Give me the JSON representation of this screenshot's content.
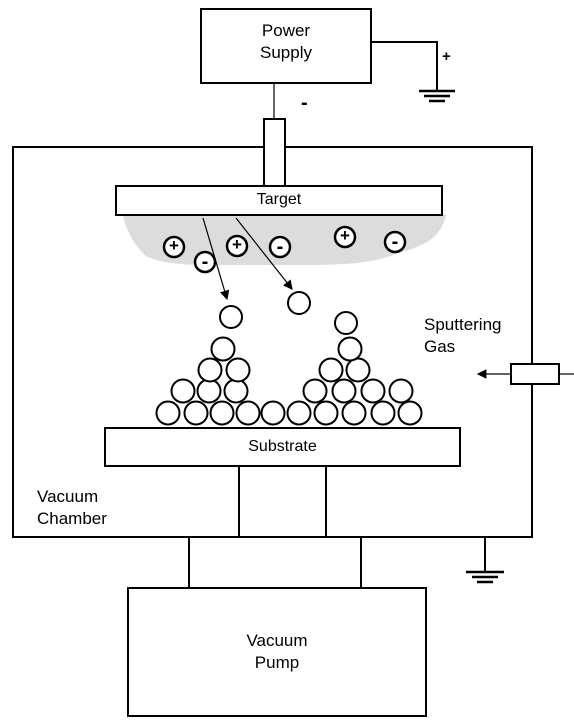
{
  "diagram": {
    "power_supply": {
      "line1": "Power",
      "line2": "Supply"
    },
    "polarity": {
      "plus": "+",
      "minus": "-"
    },
    "target_label": "Target",
    "substrate_label": "Substrate",
    "gas": {
      "line1": "Sputtering",
      "line2": "Gas"
    },
    "chamber": {
      "line1": "Vacuum",
      "line2": "Chamber"
    },
    "pump": {
      "line1": "Vacuum",
      "line2": "Pump"
    },
    "ion_charges": [
      "+",
      "-",
      "+",
      "-",
      "+",
      "-"
    ]
  }
}
